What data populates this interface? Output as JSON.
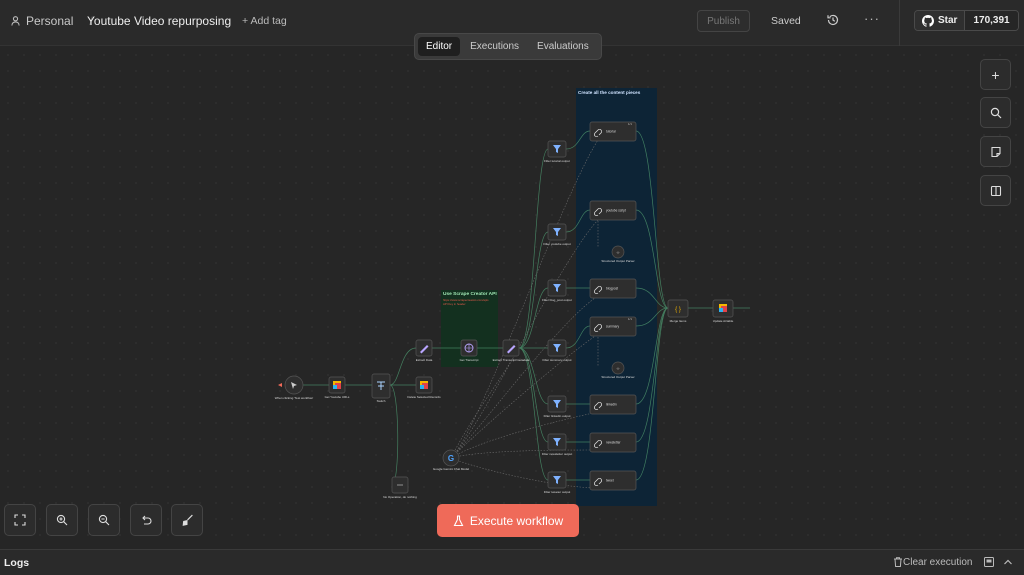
{
  "header": {
    "project": "Personal",
    "workflow_title": "Youtube Video repurposing",
    "add_tag": "+ Add tag",
    "publish": "Publish",
    "saved": "Saved",
    "more": "···",
    "github_star": "Star",
    "github_count": "170,391"
  },
  "tabs": [
    {
      "label": "Editor",
      "active": true
    },
    {
      "label": "Executions",
      "active": false
    },
    {
      "label": "Evaluations",
      "active": false
    }
  ],
  "canvas": {
    "sticky_content": {
      "title": "Create all the content pieces",
      "color": "#0d2436"
    },
    "sticky_api": {
      "title": "Use Scrape Creator API",
      "line1": "https://www.scrapecreators.com/apis",
      "line2": "API Key in header",
      "color": "#13301f"
    },
    "nodes": {
      "trigger": "When clicking 'Test workflow'",
      "get_urls": "Get Youtube URLs",
      "switch": "Switch",
      "extract_data": "Extract Data",
      "delete_records": "Delete Selected Records",
      "get_transcript": "Get Transcript",
      "extract_transcript": "Extract Transcript/metadata",
      "gemini": "Google Gemini Chat Model",
      "no_op": "No Operation, do nothing",
      "merge": "Merge Items",
      "update_airtable": "Update Airtable"
    },
    "filters": [
      "Filter tutorial output",
      "Filter youtube output",
      "Filter blog_post output",
      "Filter summary output",
      "Filter linkedin output",
      "Filter newsletter output",
      "Filter tweeter output"
    ],
    "chains": [
      "tutorial",
      "youtube script",
      "blogpost",
      "summary",
      "linkedin",
      "newsletter",
      "tweet"
    ],
    "parsers": [
      "Structured Output Parser",
      "Structured Output Parser"
    ],
    "chain_badges": [
      "1/1",
      "1/1"
    ]
  },
  "toolbar_right": [
    "zoom-in",
    "search",
    "sticky-note",
    "panel"
  ],
  "toolbar_bottom": [
    "fit-view",
    "zoom-in",
    "zoom-out",
    "undo",
    "tidy-up"
  ],
  "execute_button": "Execute workflow",
  "logs": {
    "label": "Logs",
    "clear": "Clear execution"
  },
  "colors": {
    "accent": "#ef6a59",
    "background": "#262626",
    "node": "#2e2e2e",
    "edge": "#4a8f6a"
  }
}
